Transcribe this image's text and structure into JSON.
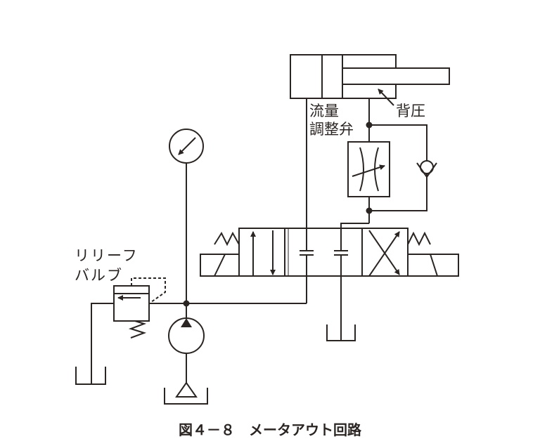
{
  "labels": {
    "relief_valve_line1": "リリーフ",
    "relief_valve_line2": "バルブ",
    "flow_control_line1": "流量",
    "flow_control_line2": "調整弁",
    "back_pressure": "背圧"
  },
  "caption": "図４－８　メータアウト回路",
  "colors": {
    "line": "#2a2422"
  }
}
